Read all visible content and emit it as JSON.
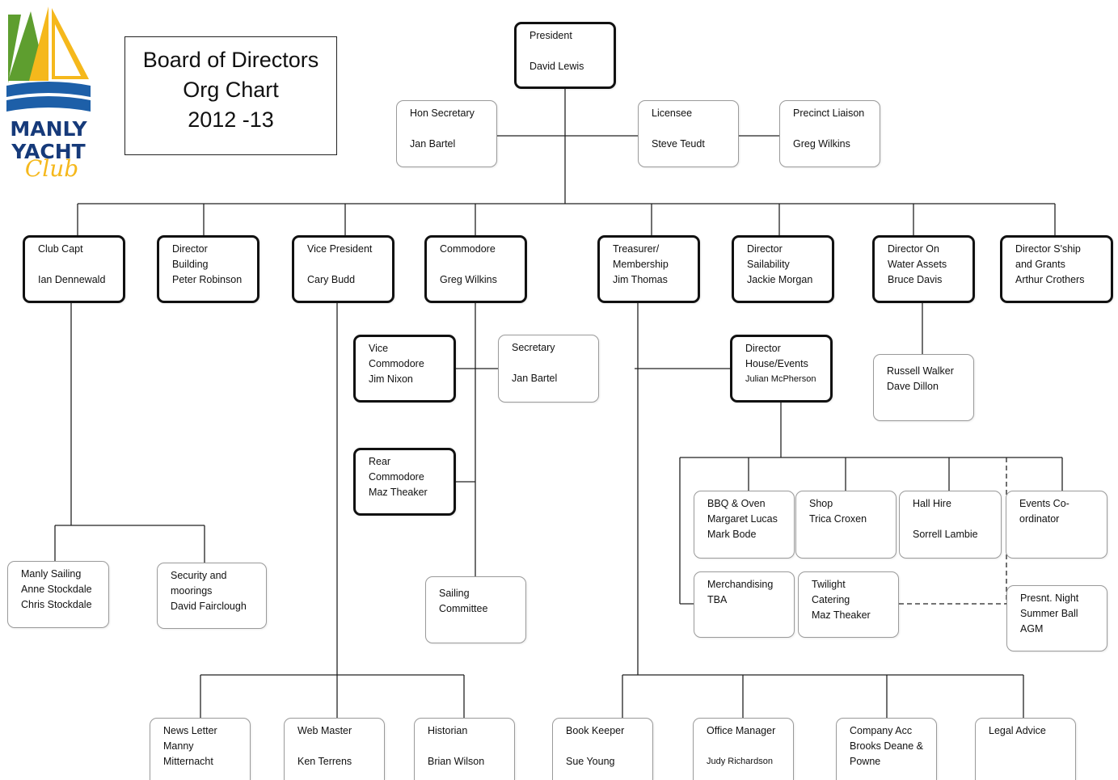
{
  "title": {
    "line1": "Board of Directors",
    "line2": "Org Chart",
    "line3": "2012 -13"
  },
  "logo": {
    "line1": "MANLY",
    "line2": "YACHT",
    "line3": "Club"
  },
  "colors": {
    "line": "#222222",
    "logo_yellow": "#f5b81c",
    "logo_green": "#5e9e2f",
    "logo_blue": "#1d5fa8",
    "logo_navy": "#163a7a"
  },
  "nodes": {
    "president": [
      "President",
      "",
      "David Lewis"
    ],
    "hon_secretary": [
      "Hon Secretary",
      "",
      "Jan Bartel"
    ],
    "licensee": [
      "Licensee",
      "",
      "Steve Teudt"
    ],
    "precinct_liaison": [
      "Precinct Liaison",
      "",
      "Greg Wilkins"
    ],
    "club_capt": [
      "Club Capt",
      "",
      "Ian Dennewald"
    ],
    "director_building": [
      "Director",
      "Building",
      "Peter Robinson"
    ],
    "vice_president": [
      "Vice President",
      "",
      "Cary Budd"
    ],
    "commodore": [
      "Commodore",
      "",
      "Greg Wilkins"
    ],
    "treasurer": [
      "Treasurer/",
      "Membership",
      "Jim Thomas"
    ],
    "director_sailability": [
      "Director",
      "Sailability",
      "Jackie Morgan"
    ],
    "director_water": [
      "Director On",
      "Water Assets",
      "Bruce Davis"
    ],
    "director_sship": [
      "Director  S'ship",
      "and Grants",
      "Arthur Crothers"
    ],
    "vice_commodore": [
      "Vice",
      "Commodore",
      "Jim Nixon"
    ],
    "secretary": [
      "Secretary",
      "",
      "Jan Bartel"
    ],
    "rear_commodore": [
      "Rear",
      "Commodore",
      "Maz Theaker"
    ],
    "director_house": [
      "Director",
      "House/Events",
      "Julian McPherson"
    ],
    "russell_walker": [
      "Russell Walker",
      "Dave Dillon"
    ],
    "manly_sailing": [
      "Manly Sailing",
      "Anne Stockdale",
      "Chris Stockdale"
    ],
    "security": [
      "Security and",
      "moorings",
      "David Fairclough"
    ],
    "sailing_committee": [
      "Sailing",
      "Committee"
    ],
    "bbq": [
      "BBQ & Oven",
      "Margaret Lucas",
      "Mark Bode"
    ],
    "shop": [
      "Shop",
      "Trica Croxen"
    ],
    "hall_hire": [
      "Hall Hire",
      "",
      "Sorrell Lambie"
    ],
    "events_coordinator": [
      "Events Co-",
      "ordinator"
    ],
    "merchandising": [
      "Merchandising",
      "TBA"
    ],
    "twilight": [
      "Twilight",
      "Catering",
      "Maz Theaker"
    ],
    "presnt_night": [
      "Presnt. Night",
      "Summer Ball",
      "AGM"
    ],
    "news_letter": [
      "News Letter",
      "Manny",
      "Mitternacht"
    ],
    "web_master": [
      "Web Master",
      "",
      "Ken Terrens"
    ],
    "historian": [
      "Historian",
      "",
      "Brian Wilson"
    ],
    "book_keeper": [
      "Book Keeper",
      "",
      "Sue Young"
    ],
    "office_manager": [
      "Office Manager",
      "",
      "Judy Richardson"
    ],
    "company_acc": [
      "Company Acc",
      "Brooks Deane &",
      "Powne"
    ],
    "legal_advice": [
      "Legal Advice"
    ]
  }
}
